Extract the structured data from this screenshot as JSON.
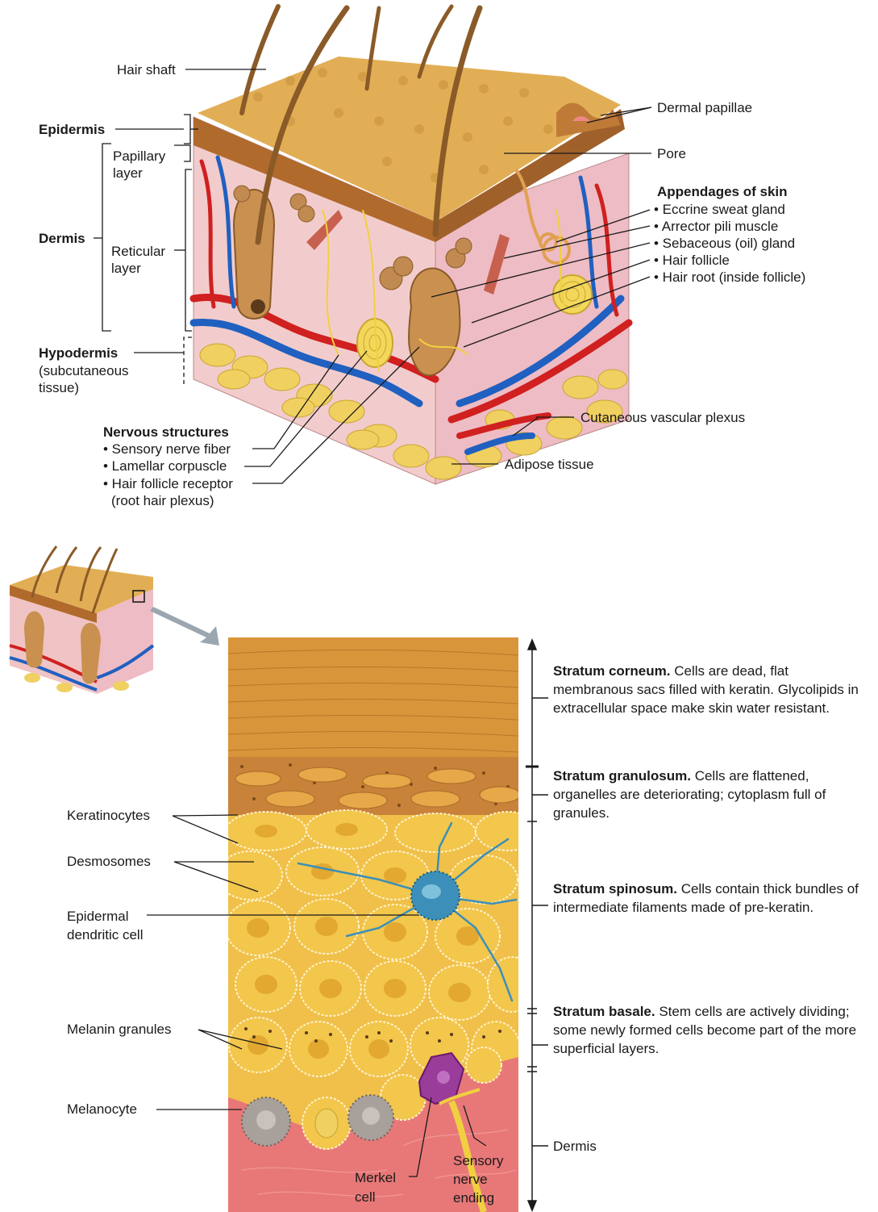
{
  "top": {
    "hair_shaft": "Hair shaft",
    "epidermis": "Epidermis",
    "papillary_layer": "Papillary\nlayer",
    "dermis": "Dermis",
    "reticular_layer": "Reticular\nlayer",
    "hypodermis": "Hypodermis",
    "hypodermis_note": "(subcutaneous\ntissue)",
    "dermal_papillae": "Dermal papillae",
    "pore": "Pore",
    "appendages_title": "Appendages of skin",
    "appendages": [
      "• Eccrine sweat gland",
      "• Arrector pili muscle",
      "• Sebaceous (oil) gland",
      "• Hair follicle",
      "• Hair root (inside follicle)"
    ],
    "nervous_title": "Nervous structures",
    "nervous": [
      "• Sensory nerve fiber",
      "• Lamellar corpuscle",
      "• Hair follicle receptor",
      "(root hair plexus)"
    ],
    "vascular_plexus": "Cutaneous vascular plexus",
    "adipose": "Adipose tissue"
  },
  "bottom": {
    "left_labels": {
      "keratinocytes": "Keratinocytes",
      "desmosomes": "Desmosomes",
      "dendritic_cell": "Epidermal\ndendritic cell",
      "melanin_granules": "Melanin granules",
      "melanocyte": "Melanocyte",
      "merkel_cell": "Merkel\ncell",
      "sensory_ending": "Sensory\nnerve\nending"
    },
    "layers": [
      {
        "name": "Stratum corneum.",
        "text": " Cells are dead, flat membranous sacs filled with keratin. Glycolipids in extracellular space make skin water resistant."
      },
      {
        "name": "Stratum granulosum.",
        "text": " Cells are flattened, organelles are deteriorating; cytoplasm full of granules."
      },
      {
        "name": "Stratum spinosum.",
        "text": " Cells contain thick bundles of intermediate filaments made of pre-keratin."
      },
      {
        "name": "Stratum basale.",
        "text": " Stem cells are actively dividing; some newly formed cells become part of the more superficial layers."
      },
      {
        "name": "",
        "text": "Dermis"
      }
    ]
  },
  "colors": {
    "epidermis_top": "#d8a040",
    "dermis_pink": "#f0c4c4",
    "artery_red": "#d02020",
    "vein_blue": "#2060c0",
    "fat_yellow": "#f0d060",
    "hair_brown": "#8a5a28",
    "corneum": "#d9953a",
    "cell_yellow": "#f2c24a",
    "dendritic_blue": "#3c8fb8",
    "merkel_purple": "#9a3c9a",
    "dermis_red": "#e87878"
  }
}
